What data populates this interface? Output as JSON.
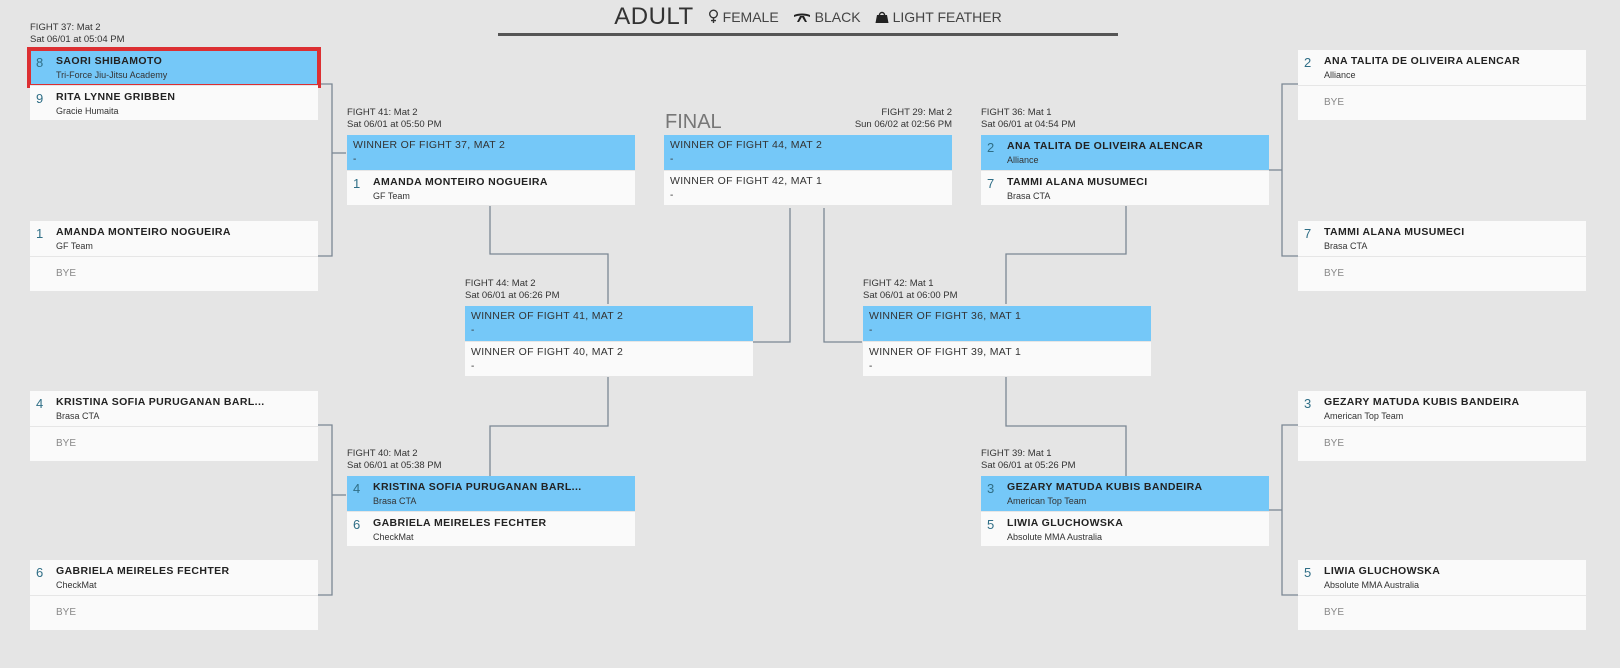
{
  "header": {
    "division": "ADULT",
    "gender": "FEMALE",
    "belt": "BLACK",
    "weight": "LIGHT FEATHER"
  },
  "final_label": "FINAL",
  "matches": {
    "f37": {
      "fight": "FIGHT 37: Mat 2",
      "time": "Sat 06/01 at 05:04 PM",
      "top": {
        "seed": "8",
        "name": "SAORI SHIBAMOTO",
        "team": "Tri-Force Jiu-Jitsu Academy"
      },
      "bottom": {
        "seed": "9",
        "name": "RITA LYNNE GRIBBEN",
        "team": "Gracie Humaita"
      }
    },
    "r1a": {
      "top": {
        "seed": "1",
        "name": "AMANDA MONTEIRO NOGUEIRA",
        "team": "GF Team"
      },
      "bottom": {
        "bye": "BYE"
      }
    },
    "r1b": {
      "top": {
        "seed": "4",
        "name": "KRISTINA SOFIA PURUGANAN BARL...",
        "team": "Brasa CTA"
      },
      "bottom": {
        "bye": "BYE"
      }
    },
    "r1c": {
      "top": {
        "seed": "6",
        "name": "GABRIELA MEIRELES FECHTER",
        "team": "CheckMat"
      },
      "bottom": {
        "bye": "BYE"
      }
    },
    "r1d": {
      "top": {
        "seed": "2",
        "name": "ANA TALITA DE OLIVEIRA ALENCAR",
        "team": "Alliance"
      },
      "bottom": {
        "bye": "BYE"
      }
    },
    "r1e": {
      "top": {
        "seed": "7",
        "name": "TAMMI ALANA MUSUMECI",
        "team": "Brasa CTA"
      },
      "bottom": {
        "bye": "BYE"
      }
    },
    "r1f": {
      "top": {
        "seed": "3",
        "name": "GEZARY MATUDA KUBIS BANDEIRA",
        "team": "American Top Team"
      },
      "bottom": {
        "bye": "BYE"
      }
    },
    "r1g": {
      "top": {
        "seed": "5",
        "name": "LIWIA GLUCHOWSKA",
        "team": "Absolute MMA Australia"
      },
      "bottom": {
        "bye": "BYE"
      }
    },
    "f41": {
      "fight": "FIGHT 41: Mat 2",
      "time": "Sat 06/01 at 05:50 PM",
      "top": {
        "placeholder": "WINNER OF FIGHT 37, MAT 2",
        "dash": "-"
      },
      "bottom": {
        "seed": "1",
        "name": "AMANDA MONTEIRO NOGUEIRA",
        "team": "GF Team"
      }
    },
    "f40": {
      "fight": "FIGHT 40: Mat 2",
      "time": "Sat 06/01 at 05:38 PM",
      "top": {
        "seed": "4",
        "name": "KRISTINA SOFIA PURUGANAN BARL...",
        "team": "Brasa CTA"
      },
      "bottom": {
        "seed": "6",
        "name": "GABRIELA MEIRELES FECHTER",
        "team": "CheckMat"
      }
    },
    "f44": {
      "fight": "FIGHT 44: Mat 2",
      "time": "Sat 06/01 at 06:26 PM",
      "top": {
        "placeholder": "WINNER OF FIGHT 41, MAT 2",
        "dash": "-"
      },
      "bottom": {
        "placeholder": "WINNER OF FIGHT 40, MAT 2",
        "dash": "-"
      }
    },
    "f29": {
      "fight": "FIGHT 29: Mat 2",
      "time": "Sun 06/02 at 02:56 PM",
      "top": {
        "placeholder": "WINNER OF FIGHT 44, MAT 2",
        "dash": "-"
      },
      "bottom": {
        "placeholder": "WINNER OF FIGHT 42, MAT 1",
        "dash": "-"
      }
    },
    "f42": {
      "fight": "FIGHT 42: Mat 1",
      "time": "Sat 06/01 at 06:00 PM",
      "top": {
        "placeholder": "WINNER OF FIGHT 36, MAT 1",
        "dash": "-"
      },
      "bottom": {
        "placeholder": "WINNER OF FIGHT 39, MAT 1",
        "dash": "-"
      }
    },
    "f36": {
      "fight": "FIGHT 36: Mat 1",
      "time": "Sat 06/01 at 04:54 PM",
      "top": {
        "seed": "2",
        "name": "ANA TALITA DE OLIVEIRA ALENCAR",
        "team": "Alliance"
      },
      "bottom": {
        "seed": "7",
        "name": "TAMMI ALANA MUSUMECI",
        "team": "Brasa CTA"
      }
    },
    "f39": {
      "fight": "FIGHT 39: Mat 1",
      "time": "Sat 06/01 at 05:26 PM",
      "top": {
        "seed": "3",
        "name": "GEZARY MATUDA KUBIS BANDEIRA",
        "team": "American Top Team"
      },
      "bottom": {
        "seed": "5",
        "name": "LIWIA GLUCHOWSKA",
        "team": "Absolute MMA Australia"
      }
    }
  },
  "colors": {
    "background": "#e5e5e5",
    "winner_slot": "#75c8f8",
    "selected_outline": "#dc2f32",
    "connector": "#7b8794"
  }
}
